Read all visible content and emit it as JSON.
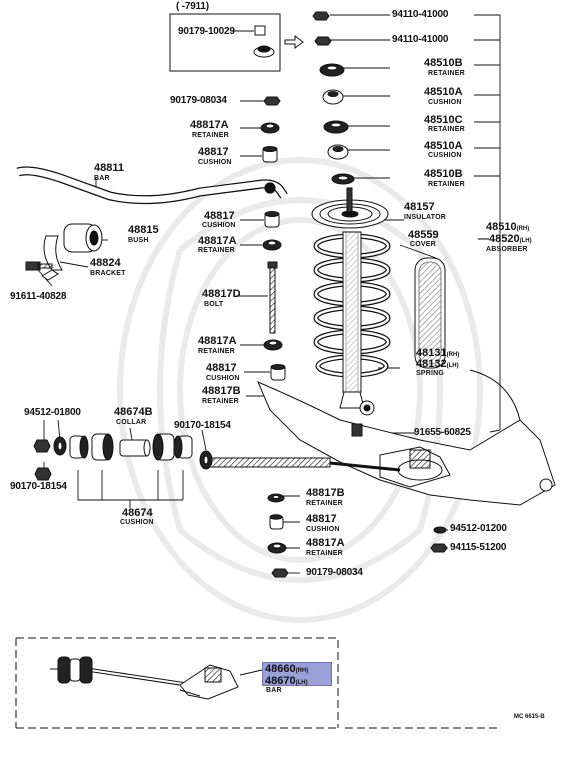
{
  "diagram": {
    "header_range": "(     -7911)",
    "footer_code": "MC 6615-B",
    "inset_parts": [
      {
        "id": "90179-10029"
      }
    ],
    "labels": {
      "p94110_41000_top": "94110-41000",
      "p94110_41000_mid": "94110-41000",
      "p90179_10029": "90179-10029",
      "p48510b_top": "48510B",
      "p48510b_top_sub": "RETAINER",
      "p48510a_top": "48510A",
      "p48510a_top_sub": "CUSHION",
      "p48510c": "48510C",
      "p48510c_sub": "RETAINER",
      "p48510a_mid": "48510A",
      "p48510a_mid_sub": "CUSHION",
      "p48510b_mid": "48510B",
      "p48510b_mid_sub": "RETAINER",
      "p90179_08034_top": "90179-08034",
      "p48817a_1": "48817A",
      "p48817a_1_sub": "RETAINER",
      "p48817_1": "48817",
      "p48817_1_sub": "CUSHION",
      "p48811": "48811",
      "p48811_sub": "BAR",
      "p48817_2": "48817",
      "p48817_2_sub": "CUSHION",
      "p48817a_2": "48817A",
      "p48817a_2_sub": "RETAINER",
      "p48815": "48815",
      "p48815_sub": "BUSH",
      "p48824": "48824",
      "p48824_sub": "BRACKET",
      "p91611_40828": "91611-40828",
      "p48817d": "48817D",
      "p48817d_sub": "BOLT",
      "p48817a_3": "48817A",
      "p48817a_3_sub": "RETAINER",
      "p48817_3": "48817",
      "p48817_3_sub": "CUSHION",
      "p48817b_1": "48817B",
      "p48817b_1_sub": "RETAINER",
      "p48157": "48157",
      "p48157_sub": "INSULATOR",
      "p48559": "48559",
      "p48559_sub": "COVER",
      "p48131": "48131",
      "p48131_tag": "(RH)",
      "p48132": "48132",
      "p48132_tag": "(LH)",
      "p4813x_sub": "SPRING",
      "p48510": "48510",
      "p48510_tag": "(RH)",
      "p48520": "48520",
      "p48520_tag": "(LH)",
      "p4851x_sub": "ABSORBER",
      "p91655_60825": "91655-60825",
      "p94512_01800": "94512-01800",
      "p48674b": "48674B",
      "p48674b_sub": "COLLAR",
      "p90170_18154_r": "90170-18154",
      "p90170_18154_l": "90170-18154",
      "p48674": "48674",
      "p48674_sub": "CUSHION",
      "p48817b_2": "48817B",
      "p48817b_2_sub": "RETAINER",
      "p48817_4": "48817",
      "p48817_4_sub": "CUSHION",
      "p48817a_4": "48817A",
      "p48817a_4_sub": "RETAINER",
      "p90179_08034_bot": "90179-08034",
      "p94512_01200": "94512-01200",
      "p94115_51200": "94115-51200",
      "p48660": "48660",
      "p48660_tag": "(RH)",
      "p48670": "48670",
      "p48670_tag": "(LH)",
      "p4866x_sub": "BAR"
    },
    "colors": {
      "ink": "#111111",
      "highlight": "#9aa0d8",
      "highlight_border": "#6e74b8",
      "watermark": "#e6e6e6"
    }
  }
}
